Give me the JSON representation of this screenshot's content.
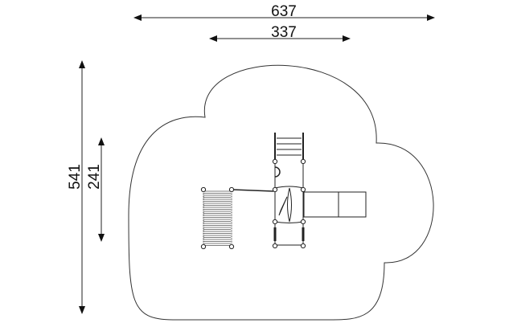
{
  "dimensions": {
    "overall_width": "637",
    "equipment_width": "337",
    "overall_depth": "541",
    "equipment_depth": "241"
  },
  "colors": {
    "line": "#222222",
    "background": "#ffffff"
  }
}
